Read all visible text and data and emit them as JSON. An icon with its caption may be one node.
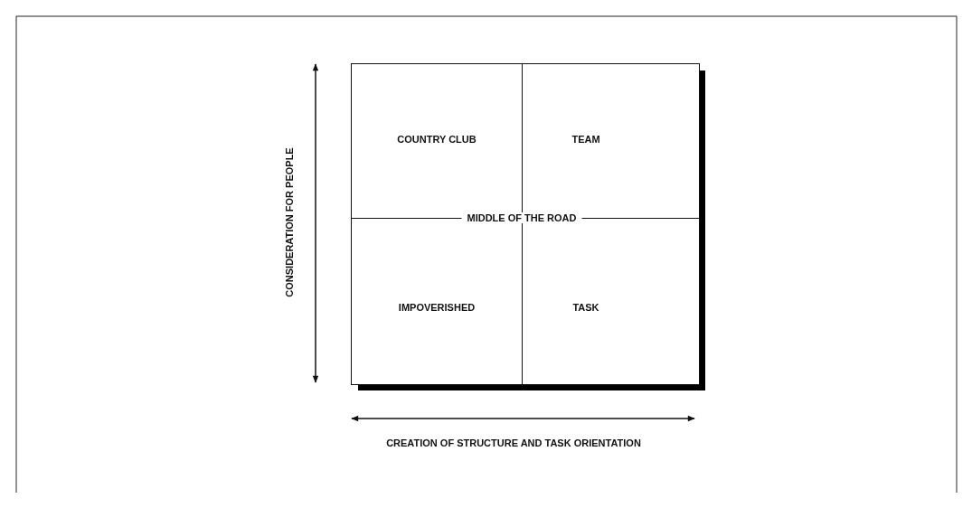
{
  "diagram": {
    "nodes": [
      {
        "text": [],
        "shape": "box"
      },
      {
        "text": [
          "COUNTRY CLUB"
        ],
        "in": 0
      },
      {
        "text": [
          "TEAM"
        ],
        "in": 0
      },
      {
        "text": [
          "IMPOVERISHED"
        ],
        "in": 0
      },
      {
        "text": [
          "TASK"
        ],
        "in": 0
      }
    ],
    "labels": [
      "MIDDLE OF THE ROAD",
      "CONSIDERATION FOR PEOPLE",
      "CREATION OF STRUCTURE AND TASK ORIENTATION"
    ]
  }
}
